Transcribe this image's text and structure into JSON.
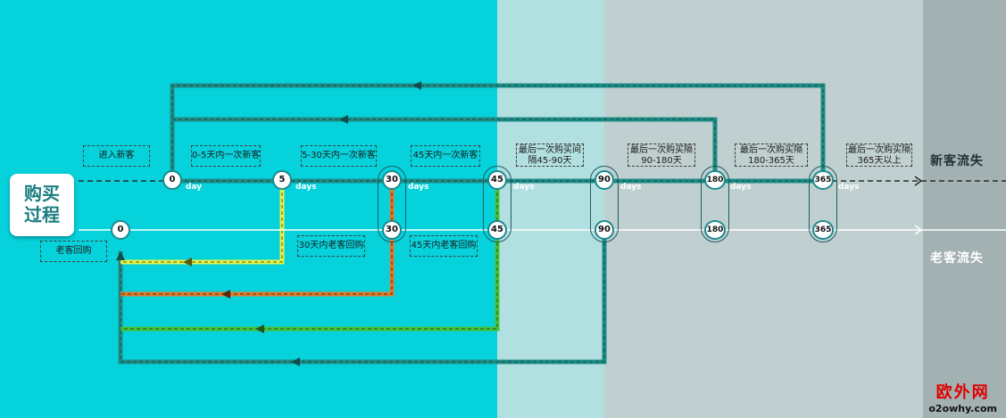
{
  "title": "购买过程",
  "new_line_label": "新客流失",
  "old_line_label": "老客流失",
  "day_unit_singular": "day",
  "day_unit_plural": "days",
  "new_customer_nodes": [
    "0",
    "5",
    "30",
    "45",
    "90",
    "180",
    "365"
  ],
  "old_customer_nodes": [
    "0",
    "30",
    "45",
    "90",
    "180",
    "365"
  ],
  "top_labels": [
    "进入新客",
    "0-5天内一次新客",
    "5-30天内一次新客",
    "45天内一次新客",
    "最后一次购买间隔45-90天",
    "最后一次购买隔90-180天",
    "最后一次购买隔180-365天",
    "最后一次购买隔365天以上"
  ],
  "bottom_labels": [
    "老客回购",
    "30天内老客回购",
    "45天内老客回购"
  ],
  "watermark": {
    "cn": "欧外网",
    "en": "o2owhy.com"
  },
  "colors": {
    "zone_0_45": "#06d2dc",
    "zone_45_90": "#b2dfe0",
    "zone_90_365": "#c0cfd0",
    "zone_lost": "#a3b1b3",
    "teal_loop": "#1f8c86",
    "yellow_loop": "#e4f24a",
    "orange_loop": "#e07a2c",
    "green_loop": "#46c23a"
  }
}
